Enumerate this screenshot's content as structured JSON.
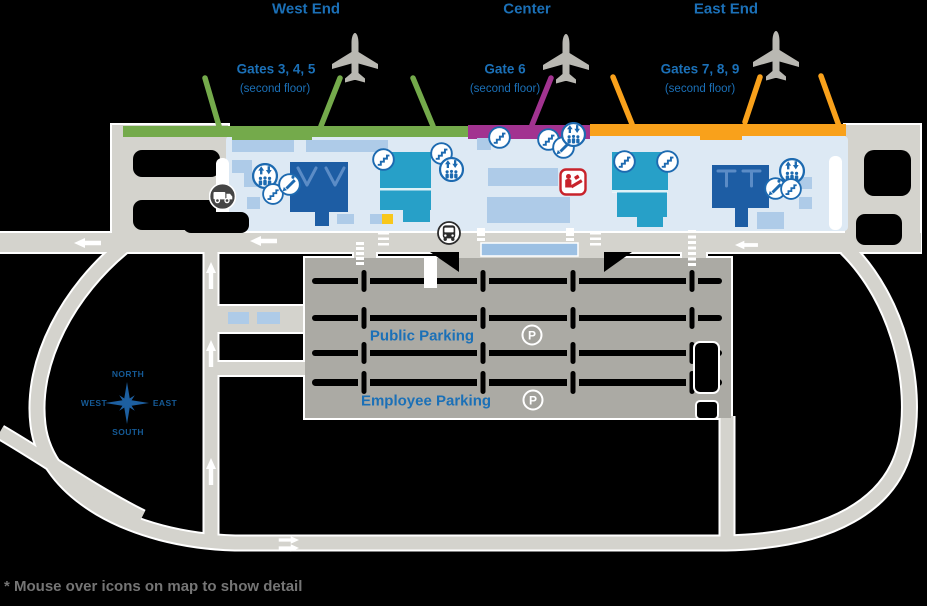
{
  "header": {
    "west": "West End",
    "center": "Center",
    "east": "East End"
  },
  "gates": {
    "west": {
      "label": "Gates 3, 4, 5",
      "floor": "(second floor)"
    },
    "center": {
      "label": "Gate 6",
      "floor": "(second floor)"
    },
    "east": {
      "label": "Gates 7, 8, 9",
      "floor": "(second floor)"
    }
  },
  "parking": {
    "public": "Public Parking",
    "employee": "Employee Parking",
    "symbol": "P"
  },
  "compass": {
    "north": "NORTH",
    "south": "SOUTH",
    "east": "EAST",
    "west": "WEST"
  },
  "footnote": "* Mouse over icons on map to show detail",
  "icons": {
    "airplane-icon": "aircraft at gate",
    "elevator-icon": "elevator (up/down arrows with passengers)",
    "escalator-icon": "escalator down",
    "stairs-icon": "stairs",
    "bus-icon": "bus stop",
    "shuttle-icon": "courtesy shuttle / delivery loop",
    "baggage-service-icon": "baggage assistance (red)",
    "parking-icon": "parking area marker (P)",
    "compass-rose-icon": "compass rose"
  },
  "colors": {
    "west_accent": "#74aa4b",
    "center_accent": "#a23390",
    "east_accent": "#f9a11b",
    "label_blue": "#1b70b7",
    "compass_blue": "#155a96",
    "road": "#d4d3cd",
    "parking": "#abaaa4",
    "terminal": "#dde9f4",
    "counter": "#aecbe8",
    "dark_blue": "#1d5da4",
    "teal": "#27a0c8",
    "icon_blue": "#1d6ab0",
    "alert_red": "#c8232b",
    "yellow": "#f8c71b",
    "footnote_gray": "#757575",
    "plane_gray": "#b9b8b2"
  }
}
